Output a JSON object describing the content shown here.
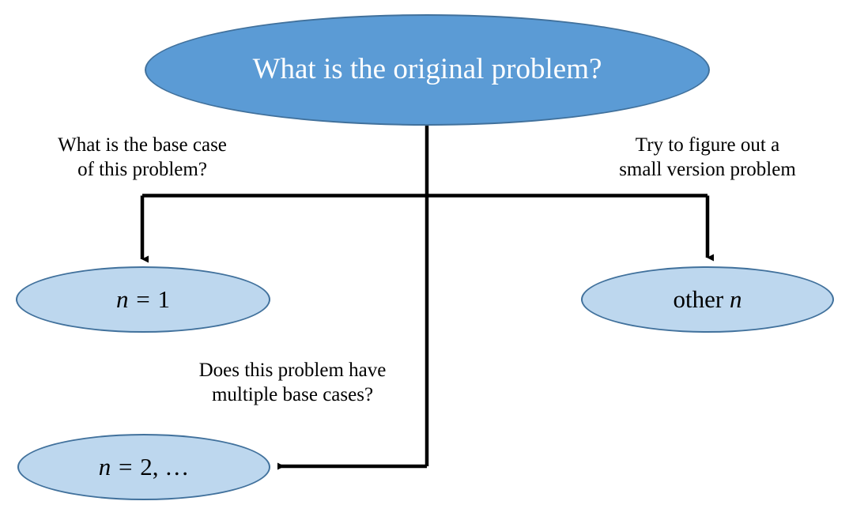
{
  "diagram": {
    "title": "Recursion base case decision flow",
    "background_color": "#FFFFFF",
    "palette": {
      "root_fill": "#5B9BD5",
      "root_border": "#41719C",
      "root_text": "#FFFFFF",
      "leaf_fill": "#BDD7EE",
      "leaf_border": "#41719C",
      "leaf_text": "#000000",
      "connector": "#000000",
      "label_text": "#000000"
    },
    "nodes": {
      "root": {
        "text": "What is the original problem?"
      },
      "base_one": {
        "var": "n",
        "op": " = ",
        "value": "1"
      },
      "other_n": {
        "prefix": "other ",
        "var": "n"
      },
      "base_multi": {
        "var": "n",
        "op": " = ",
        "value": "2, …"
      }
    },
    "edge_labels": {
      "left": "What is the base case\nof this problem?",
      "right": "Try to figure out a\nsmall version problem",
      "middle": "Does this problem have\nmultiple base cases?"
    }
  }
}
